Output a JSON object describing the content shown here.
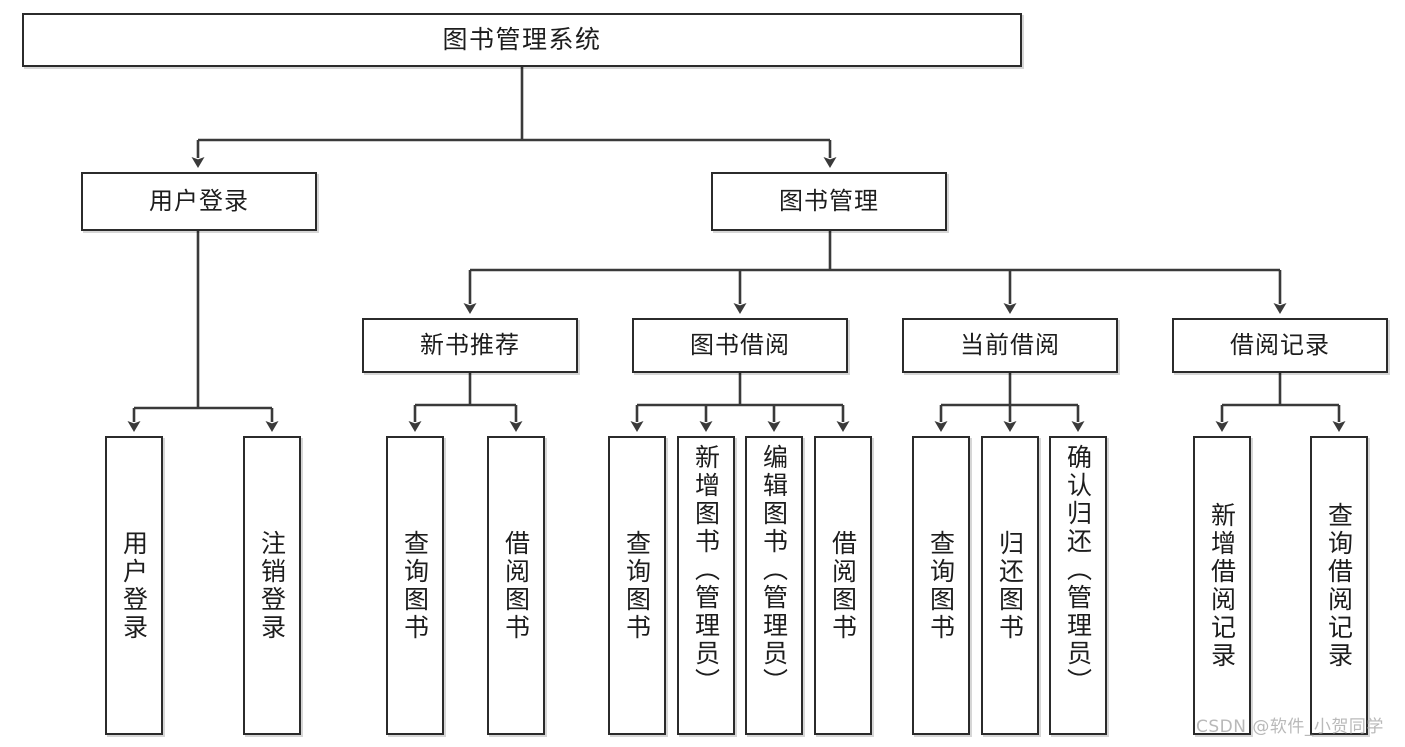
{
  "diagram": {
    "title": "图书管理系统",
    "type": "tree",
    "watermark": "CSDN @软件_小贺同学",
    "colors": {
      "box_border": "#2b2b2b",
      "box_fill": "#ffffff",
      "connector": "#3a3a3a",
      "text": "#1d1d1d",
      "watermark": "#b9b9b9"
    },
    "levels": {
      "root": "图书管理系统",
      "level2": [
        "用户登录",
        "图书管理"
      ],
      "level3": [
        "新书推荐",
        "图书借阅",
        "当前借阅",
        "借阅记录"
      ],
      "leaves": [
        "用户登录",
        "注销登录",
        "查询图书",
        "借阅图书",
        "查询图书",
        "新增图书（管理员）",
        "编辑图书（管理员）",
        "借阅图书",
        "查询图书",
        "归还图书",
        "确认归还（管理员）",
        "新增借阅记录",
        "查询借阅记录"
      ]
    },
    "nodes": {
      "root": {
        "label": "图书管理系统"
      },
      "user_login": {
        "label": "用户登录"
      },
      "book_manage": {
        "label": "图书管理"
      },
      "new_book_rec": {
        "label": "新书推荐"
      },
      "book_borrow": {
        "label": "图书借阅"
      },
      "current_borrow": {
        "label": "当前借阅"
      },
      "borrow_record": {
        "label": "借阅记录"
      },
      "leaf_user_login": {
        "label": "用户登录"
      },
      "leaf_logout": {
        "label": "注销登录"
      },
      "leaf_query_book_1": {
        "label": "查询图书"
      },
      "leaf_borrow_book_1": {
        "label": "借阅图书"
      },
      "leaf_query_book_2": {
        "label": "查询图书"
      },
      "leaf_add_book": {
        "label": "新增图书（管理员）"
      },
      "leaf_edit_book": {
        "label": "编辑图书（管理员）"
      },
      "leaf_borrow_book_2": {
        "label": "借阅图书"
      },
      "leaf_query_book_3": {
        "label": "查询图书"
      },
      "leaf_return_book": {
        "label": "归还图书"
      },
      "leaf_confirm_return": {
        "label": "确认归还（管理员）"
      },
      "leaf_add_record": {
        "label": "新增借阅记录"
      },
      "leaf_query_record": {
        "label": "查询借阅记录"
      }
    },
    "edges": [
      {
        "from": "root",
        "to": "user_login"
      },
      {
        "from": "root",
        "to": "book_manage"
      },
      {
        "from": "user_login",
        "to": "leaf_user_login"
      },
      {
        "from": "user_login",
        "to": "leaf_logout"
      },
      {
        "from": "book_manage",
        "to": "new_book_rec"
      },
      {
        "from": "book_manage",
        "to": "book_borrow"
      },
      {
        "from": "book_manage",
        "to": "current_borrow"
      },
      {
        "from": "book_manage",
        "to": "borrow_record"
      },
      {
        "from": "new_book_rec",
        "to": "leaf_query_book_1"
      },
      {
        "from": "new_book_rec",
        "to": "leaf_borrow_book_1"
      },
      {
        "from": "book_borrow",
        "to": "leaf_query_book_2"
      },
      {
        "from": "book_borrow",
        "to": "leaf_add_book"
      },
      {
        "from": "book_borrow",
        "to": "leaf_edit_book"
      },
      {
        "from": "book_borrow",
        "to": "leaf_borrow_book_2"
      },
      {
        "from": "current_borrow",
        "to": "leaf_query_book_3"
      },
      {
        "from": "current_borrow",
        "to": "leaf_return_book"
      },
      {
        "from": "current_borrow",
        "to": "leaf_confirm_return"
      },
      {
        "from": "borrow_record",
        "to": "leaf_add_record"
      },
      {
        "from": "borrow_record",
        "to": "leaf_query_record"
      }
    ]
  }
}
